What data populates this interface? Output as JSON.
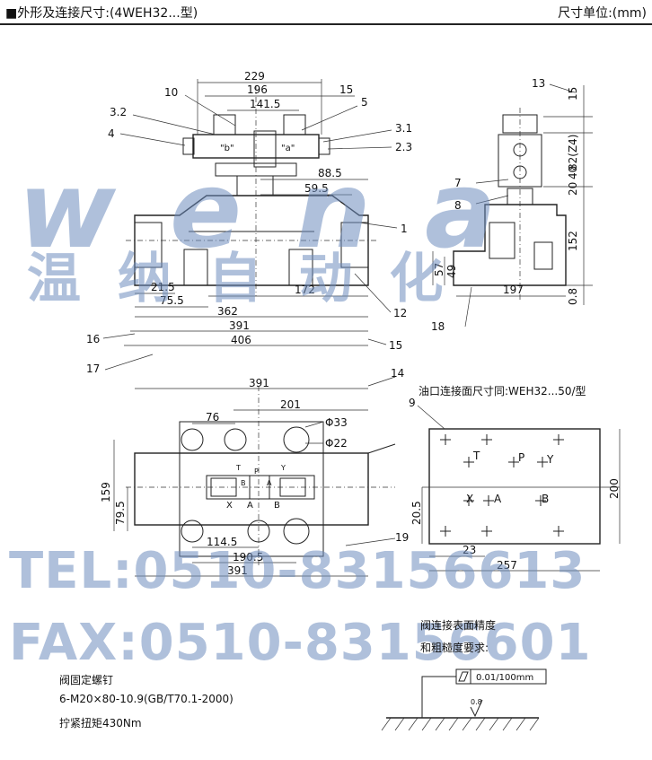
{
  "header": {
    "title": "■外形及连接尺寸:(4WEH32...型)",
    "unit": "尺寸单位:(mm)"
  },
  "front": {
    "d229": "229",
    "d196": "196",
    "d141": "141.5",
    "d15": "15",
    "d88": "88.5",
    "d59": "59.5",
    "d21": "21.5",
    "d75": "75.5",
    "d172": "172",
    "d362": "362",
    "d391": "391",
    "d406": "406",
    "sol_b": "\"b\"",
    "sol_a": "\"a\""
  },
  "callouts": {
    "c10": "10",
    "c32": "3.2",
    "c4": "4",
    "c5": "5",
    "c31": "3.1",
    "c23": "2.3",
    "c1": "1",
    "c12": "12",
    "c15": "15",
    "c16": "16",
    "c17": "17",
    "c18": "18",
    "c14": "14",
    "c13": "13",
    "c7": "7",
    "c8": "8",
    "c9": "9",
    "c19": "19"
  },
  "side": {
    "d15": "15",
    "d82": "82(Z4)",
    "d40": "40",
    "d20": "20",
    "d152": "152",
    "d49": "49",
    "d57": "57",
    "d197": "197",
    "d08": "0.8"
  },
  "top": {
    "d391a": "391",
    "d201": "201",
    "d76": "76",
    "phi33": "Φ33",
    "phi22": "Φ22",
    "d159": "159",
    "d795": "79.5",
    "d1145": "114.5",
    "d1905": "190.5",
    "d391b": "391",
    "pB": "B",
    "pA": "A",
    "pX": "X",
    "pA2": "A",
    "pB2": "B",
    "pP": "P",
    "pY": "Y",
    "pT": "T"
  },
  "face": {
    "title": "油口连接面尺寸同:WEH32...50/型",
    "T": "T",
    "P": "P",
    "Y": "Y",
    "X": "X",
    "A": "A",
    "B": "B",
    "d200": "200",
    "d205": "20.5",
    "d23": "23",
    "d257": "257"
  },
  "notes": {
    "bolt_title": "阀固定螺钉",
    "bolt_spec": "6-M20×80-10.9(GB/T70.1-2000)",
    "torque": "拧紧扭矩430Nm",
    "surf1": "阀连接表面精度",
    "surf2": "和粗糙度要求:",
    "flat": "0.01/100mm",
    "rough": "0.8"
  },
  "watermark": {
    "logo": "wena",
    "cn": "温 纳 自 动 化",
    "tel": "TEL:0510-83156613",
    "fax": "FAX:0510-83156601"
  }
}
